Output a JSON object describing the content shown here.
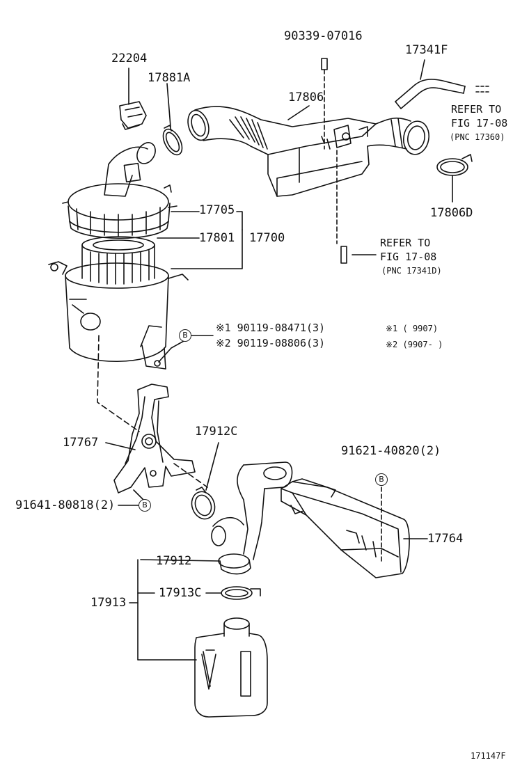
{
  "parts": {
    "p90339": "90339-07016",
    "p17341F": "17341F",
    "p22204": "22204",
    "p17881A": "17881A",
    "p17806": "17806",
    "p17806D": "17806D",
    "p17705": "17705",
    "p17801": "17801",
    "p17700": "17700",
    "p17767": "17767",
    "p17912C": "17912C",
    "p91621": "91621-40820(2)",
    "p91641": "91641-80818(2)",
    "p17764": "17764",
    "p17912": "17912",
    "p17913C": "17913C",
    "p17913": "17913"
  },
  "refs": {
    "ref1_line1": "REFER TO",
    "ref1_line2": "FIG 17-08",
    "ref1_line3": "(PNC 17360)",
    "ref2_line1": "REFER TO",
    "ref2_line2": "FIG 17-08",
    "ref2_line3": "(PNC 17341D)"
  },
  "bolts": {
    "b1": "※1 90119-08471(3)",
    "b2": "※2 90119-08806(3)",
    "d1": "※1 (        9907)",
    "d2": "※2 (9907-        )"
  },
  "callouts": {
    "b": "B"
  },
  "footer": {
    "code": "171147F"
  },
  "colors": {
    "ink": "#111111",
    "paper": "#ffffff"
  }
}
